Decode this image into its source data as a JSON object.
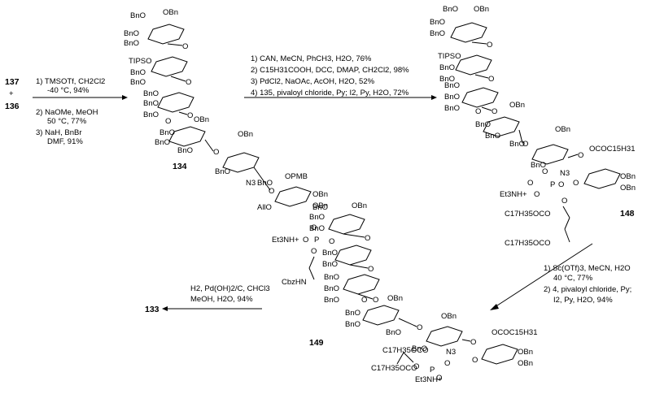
{
  "compounds": {
    "c137": "137",
    "plus": "+",
    "c136": "136",
    "c134": "134",
    "c148": "148",
    "c149": "149",
    "c133": "133"
  },
  "step1": {
    "l1": "1) TMSOTf, CH2Cl2",
    "l2": "-40 °C, 94%",
    "l3": "2) NaOMe, MeOH",
    "l4": "50 °C, 77%",
    "l5": "3) NaH, BnBr",
    "l6": "DMF, 91%"
  },
  "step2": {
    "l1": "1) CAN, MeCN, PhCH3, H2O, 76%",
    "l2": "2) C15H31COOH, DCC, DMAP, CH2Cl2, 98%",
    "l3": "3) PdCl2, NaOAc, AcOH, H2O, 52%",
    "l4": "4) 135, pivaloyl chloride, Py; I2, Py, H2O, 72%"
  },
  "step3": {
    "l1": "1) Sc(OTf)3, MeCN, H2O",
    "l2": "40 °C, 77%",
    "l3": "2) 4, pivaloyl chloride, Py;",
    "l4": "I2, Py, H2O, 94%"
  },
  "step4": {
    "l1": "H2, Pd(OH)2/C, CHCl3",
    "l2": "MeOH, H2O, 94%"
  },
  "groups": {
    "bno": "BnO",
    "obn": "OBn",
    "bn": "Bn",
    "tipso": "TIPSO",
    "o": "O",
    "n3": "N3",
    "opmb": "OPMB",
    "allo": "AllO",
    "ococ": "OCOC15H31",
    "p": "P",
    "et3nh": "Et3NH+",
    "om": "O−",
    "c17": "C17H35OCO",
    "cbzhn": "CbzHN"
  }
}
